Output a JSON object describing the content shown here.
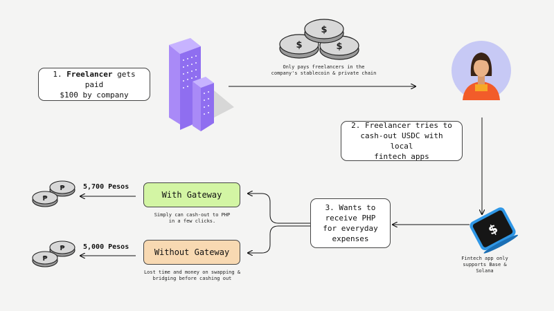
{
  "step1": {
    "num": "1.",
    "bold": "Freelancer",
    "rest_a": "gets paid",
    "rest_b": "$100 by company"
  },
  "coins_caption": {
    "line1": "Only pays freelancers in the",
    "line2": "company's stablecoin & private chain"
  },
  "step2": {
    "line1": "2. Freelancer tries to",
    "line2": "cash-out USDC with local",
    "line3": "fintech apps"
  },
  "step3": {
    "line1": "3. Wants to",
    "line2": "receive PHP",
    "line3": "for everyday",
    "line4": "expenses"
  },
  "phone_caption": {
    "line1": "Fintech app only",
    "line2": "supports Base &",
    "line3": "Solana"
  },
  "with_gateway": {
    "label": "With Gateway",
    "caption1": "Simply can cash-out to PHP",
    "caption2": "in a few clicks.",
    "amount": "5,700 Pesos"
  },
  "without_gateway": {
    "label": "Without Gateway",
    "caption1": "Lost time and money on swapping &",
    "caption2": "bridging before cashing out",
    "amount": "5,000 Pesos"
  },
  "colors": {
    "with_gateway_bg": "#d3f5a4",
    "without_gateway_bg": "#f8d9b2",
    "building": "#9b7ef0",
    "avatar_bg": "#c7c9f5",
    "phone": "#3aa6f0"
  },
  "icons": {
    "building": "building-icon",
    "coins": "coin-stack-icon",
    "person": "freelancer-avatar-icon",
    "phone": "phone-dollar-icon",
    "peso": "peso-coin-icon"
  }
}
